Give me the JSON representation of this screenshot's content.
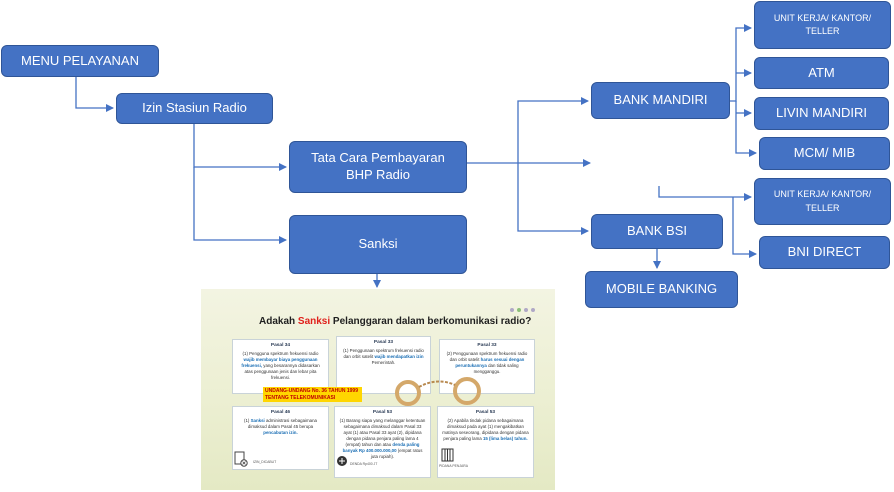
{
  "nodes": {
    "menu_pelayanan": "MENU PELAYANAN",
    "izin_stasiun_radio": "Izin Stasiun Radio",
    "tata_cara_line1": "Tata Cara Pembayaran",
    "tata_cara_line2": "BHP Radio",
    "sanksi": "Sanksi",
    "bank_mandiri": "BANK MANDIRI",
    "bank_bsi": "BANK BSI",
    "mobile_banking": "MOBILE BANKING",
    "unit_kerja_1_line1": "UNIT KERJA/ KANTOR/",
    "unit_kerja_1_line2": "TELLER",
    "atm": "ATM",
    "livin_mandiri": "LIVIN MANDIRI",
    "mcm_mib": "MCM/ MIB",
    "unit_kerja_2_line1": "UNIT KERJA/ KANTOR/",
    "unit_kerja_2_line2": "TELLER",
    "bni_direct": "BNI DIRECT"
  },
  "colors": {
    "node_fill": "#4472c4",
    "node_border": "#2f5597",
    "connector": "#4472c4"
  },
  "slide": {
    "title_pre": "Adakah ",
    "title_red": "Sanksi",
    "title_post": " Pelanggaran dalam berkomunikasi radio?",
    "uu_line1": "UNDANG-UNDANG No. 36 TAHUN 1999",
    "uu_line2": "TENTANG TELEKOMUNIKASI",
    "cards": {
      "c1_title": "Pasal 34",
      "c1_a": "(1) Pengguna spektrum frekuensi radio",
      "c1_hl": "wajib membayar biaya penggunaan frekuensi,",
      "c1_b": "yang besarannya didasarkan atas penggunaan jenis dan lebar pita frekuensi.",
      "c2_title": "Pasal 33",
      "c2_a": "(1) Penggunaan spektrum frekuensi radio dan orbit satelit",
      "c2_hl": "wajib mendapatkan izin",
      "c2_b": "Pemerintah.",
      "c3_title": "Pasal 33",
      "c3_a": "(2) Penggunaan spektrum frekuensi radio dan orbit satelit",
      "c3_hl": "harus sesuai dengan peruntukannya",
      "c3_b": "dan tidak saling mengganggu.",
      "c4_title": "Pasal 46",
      "c4_a": "(1)",
      "c4_hl": "Sanksi",
      "c4_b": "administrasi sebagaimana dimaksud dalam Pasal 45 berupa",
      "c4_hl2": "pencabutan izin.",
      "c5_title": "Pasal 53",
      "c5_a": "(1) Barang siapa yang melanggar ketentuan sebagaimana dimaksud dalam Pasal 33 ayat (1) atau Pasal 33 ayat (2), dipidana dengan pidana penjara paling lama 4 (empat) tahun dan atau",
      "c5_hl": "denda paling banyak Rp 400.000.000,00",
      "c5_b": "(empat ratus juta rupiah).",
      "c6_title": "Pasal 53",
      "c6_a": "(2) Apabila tindak pidana sebagaimana dimaksud pada ayat (1) mengakibatkan matinya seseorang, dipidana dengan pidana penjara paling lama",
      "c6_hl": "15 (lima belas) tahun."
    },
    "foot1": "IZIN_DICABUT",
    "foot2": "DENDA Rp400 JT",
    "foot3": "PIDANA PENJARA"
  }
}
